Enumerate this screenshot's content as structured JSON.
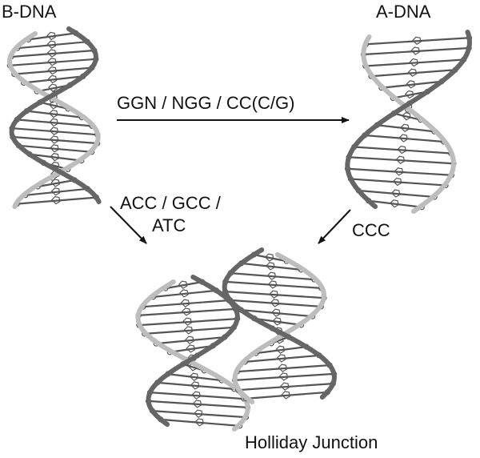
{
  "structures": {
    "b_dna": "B-DNA",
    "a_dna": "A-DNA",
    "holliday": "Holliday Junction"
  },
  "transitions": {
    "b_to_a": "GGN / NGG / CC(C/G)",
    "b_to_h_line1": "ACC / GCC /",
    "b_to_h_line2": "ATC",
    "a_to_h": "CCC"
  },
  "colors": {
    "ink": "#111111",
    "backbone_dark": "#666666",
    "backbone_light": "#bdbdbd",
    "base": "#555555"
  }
}
